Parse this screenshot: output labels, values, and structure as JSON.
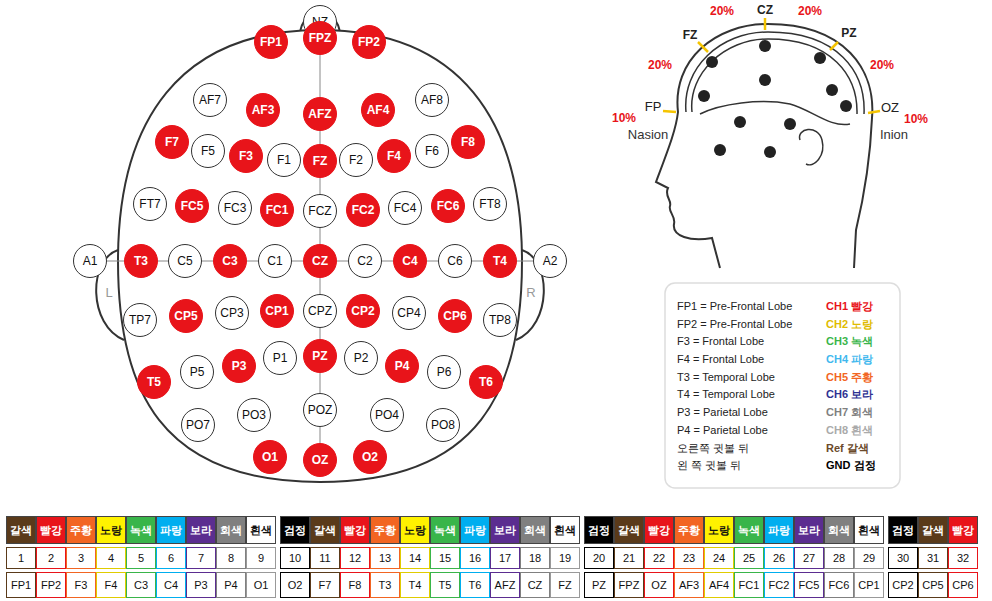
{
  "diagram": {
    "nodes": [
      {
        "text": [
          "NZ"
        ]
      },
      {
        "text": [
          "FP1"
        ]
      },
      {
        "text": [
          "FPZ"
        ]
      },
      {
        "text": [
          "FP2"
        ]
      },
      {
        "text": [
          "AF7"
        ]
      },
      {
        "text": [
          "AF3"
        ]
      },
      {
        "text": [
          "AFZ"
        ]
      },
      {
        "text": [
          "AF4"
        ]
      },
      {
        "text": [
          "AF8"
        ]
      },
      {
        "text": [
          "F7"
        ]
      },
      {
        "text": [
          "F5"
        ]
      },
      {
        "text": [
          "F3"
        ]
      },
      {
        "text": [
          "F1"
        ]
      },
      {
        "text": [
          "FZ"
        ]
      },
      {
        "text": [
          "F2"
        ]
      },
      {
        "text": [
          "F4"
        ]
      },
      {
        "text": [
          "F6"
        ]
      },
      {
        "text": [
          "F8"
        ]
      },
      {
        "text": [
          "FT7"
        ]
      },
      {
        "text": [
          "FC5"
        ]
      },
      {
        "text": [
          "FC3"
        ]
      },
      {
        "text": [
          "FC1"
        ]
      },
      {
        "text": [
          "FCZ"
        ]
      },
      {
        "text": [
          "FC2"
        ]
      },
      {
        "text": [
          "FC4"
        ]
      },
      {
        "text": [
          "FC6"
        ]
      },
      {
        "text": [
          "FT8"
        ]
      },
      {
        "text": [
          "A1"
        ]
      },
      {
        "text": [
          "T3"
        ]
      },
      {
        "text": [
          "C5"
        ]
      },
      {
        "text": [
          "C3"
        ]
      },
      {
        "text": [
          "C1"
        ]
      },
      {
        "text": [
          "CZ"
        ]
      },
      {
        "text": [
          "C2"
        ]
      },
      {
        "text": [
          "C4"
        ]
      },
      {
        "text": [
          "C6"
        ]
      },
      {
        "text": [
          "T4"
        ]
      },
      {
        "text": [
          "A2"
        ]
      },
      {
        "text": [
          "TP7"
        ]
      },
      {
        "text": [
          "CP5"
        ]
      },
      {
        "text": [
          "CP3"
        ]
      },
      {
        "text": [
          "CP1"
        ]
      },
      {
        "text": [
          "CPZ"
        ]
      },
      {
        "text": [
          "CP2"
        ]
      },
      {
        "text": [
          "CP4"
        ]
      },
      {
        "text": [
          "CP6"
        ]
      },
      {
        "text": [
          "TP8"
        ]
      },
      {
        "text": [
          "T5"
        ]
      },
      {
        "text": [
          "P5"
        ]
      },
      {
        "text": [
          "P3"
        ]
      },
      {
        "text": [
          "P1"
        ]
      },
      {
        "text": [
          "PZ"
        ]
      },
      {
        "text": [
          "P2"
        ]
      },
      {
        "text": [
          "P4"
        ]
      },
      {
        "text": [
          "P6"
        ]
      },
      {
        "text": [
          "T6"
        ]
      },
      {
        "text": [
          "PO7"
        ]
      },
      {
        "text": [
          "PO3"
        ]
      },
      {
        "text": [
          "POZ"
        ]
      },
      {
        "text": [
          "PO4"
        ]
      },
      {
        "text": [
          "PO8"
        ]
      },
      {
        "text": [
          "O1"
        ]
      },
      {
        "text": [
          "OZ"
        ]
      },
      {
        "text": [
          "O2"
        ]
      }
    ],
    "labels": [
      "20%",
      "CZ",
      "20%",
      "FZ",
      "PZ",
      "20%",
      "20%",
      "10%",
      "FP",
      "OZ",
      "10%",
      "Nasion",
      "Inion",
      "L",
      "R",
      "FP1 = Pre-Frontal Lobe",
      "CH1 빨강",
      "FP2 = Pre-Frontal Lobe",
      "CH2 노랑",
      "F3 = Frontal Lobe",
      "CH3 녹색",
      "F4 = Frontal Lobe",
      "CH4 파랑",
      "T3 = Temporal Lobe",
      "CH5 주황",
      "T4 = Temporal Lobe",
      "CH6 보라",
      "P3 = Parietal Lobe",
      "CH7 회색",
      "P4 = Parietal Lobe",
      "CH8 흰색",
      "오른쪽 귓볼 뒤",
      "Ref 갈색",
      "왼 쪽 귓볼 뒤",
      "GND 검정",
      "갈색",
      "빨강",
      "주황",
      "노랑",
      "녹색",
      "파랑",
      "보라",
      "회색",
      "흰색",
      "검정",
      "갈색",
      "빨강",
      "주황",
      "노랑",
      "녹색",
      "파랑",
      "보라",
      "회색",
      "흰색",
      "검정",
      "갈색",
      "빨강",
      "주황",
      "노랑",
      "녹색",
      "파랑",
      "보라",
      "회색",
      "흰색",
      "검정",
      "갈색",
      "빨강",
      "1",
      "2",
      "3",
      "4",
      "5",
      "6",
      "7",
      "8",
      "9",
      "10",
      "11",
      "12",
      "13",
      "14",
      "15",
      "16",
      "17",
      "18",
      "19",
      "20",
      "21",
      "22",
      "23",
      "24",
      "25",
      "26",
      "27",
      "28",
      "29",
      "30",
      "31",
      "32",
      "FP1",
      "FP2",
      "F3",
      "F4",
      "C3",
      "C4",
      "P3",
      "P4",
      "O1",
      "O2",
      "F7",
      "F8",
      "T3",
      "T4",
      "T5",
      "T6",
      "AFZ",
      "CZ",
      "FZ",
      "PZ",
      "FPZ",
      "OZ",
      "AF3",
      "AF4",
      "FC1",
      "FC2",
      "FC5",
      "FC6",
      "CP1",
      "CP2",
      "CP5",
      "CP6"
    ]
  }
}
